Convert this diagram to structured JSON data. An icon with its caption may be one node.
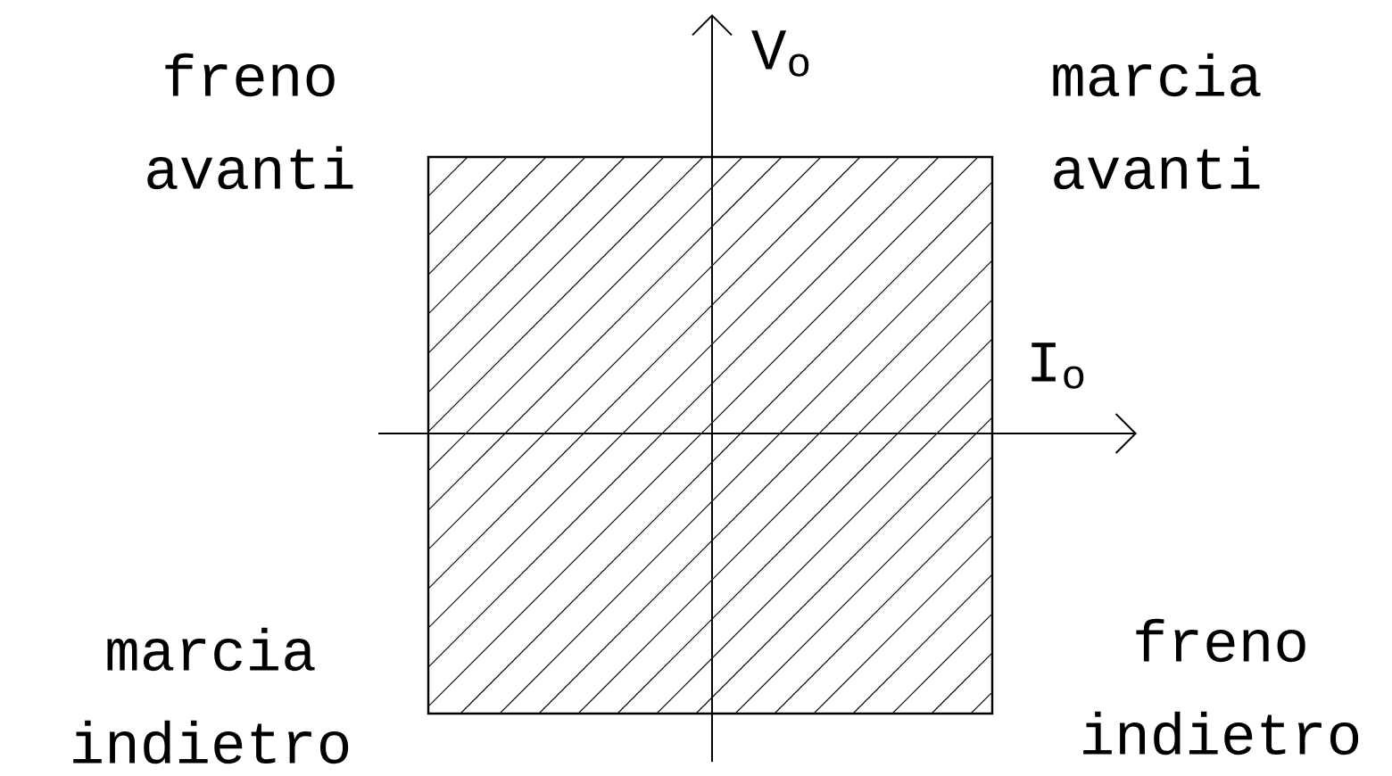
{
  "diagram": {
    "labels": [
      "freno avanti",
      "V$_{o}$",
      "marcia avanti",
      "I$_{o}$",
      "marcia indietro",
      "freno indietro"
    ]
  }
}
